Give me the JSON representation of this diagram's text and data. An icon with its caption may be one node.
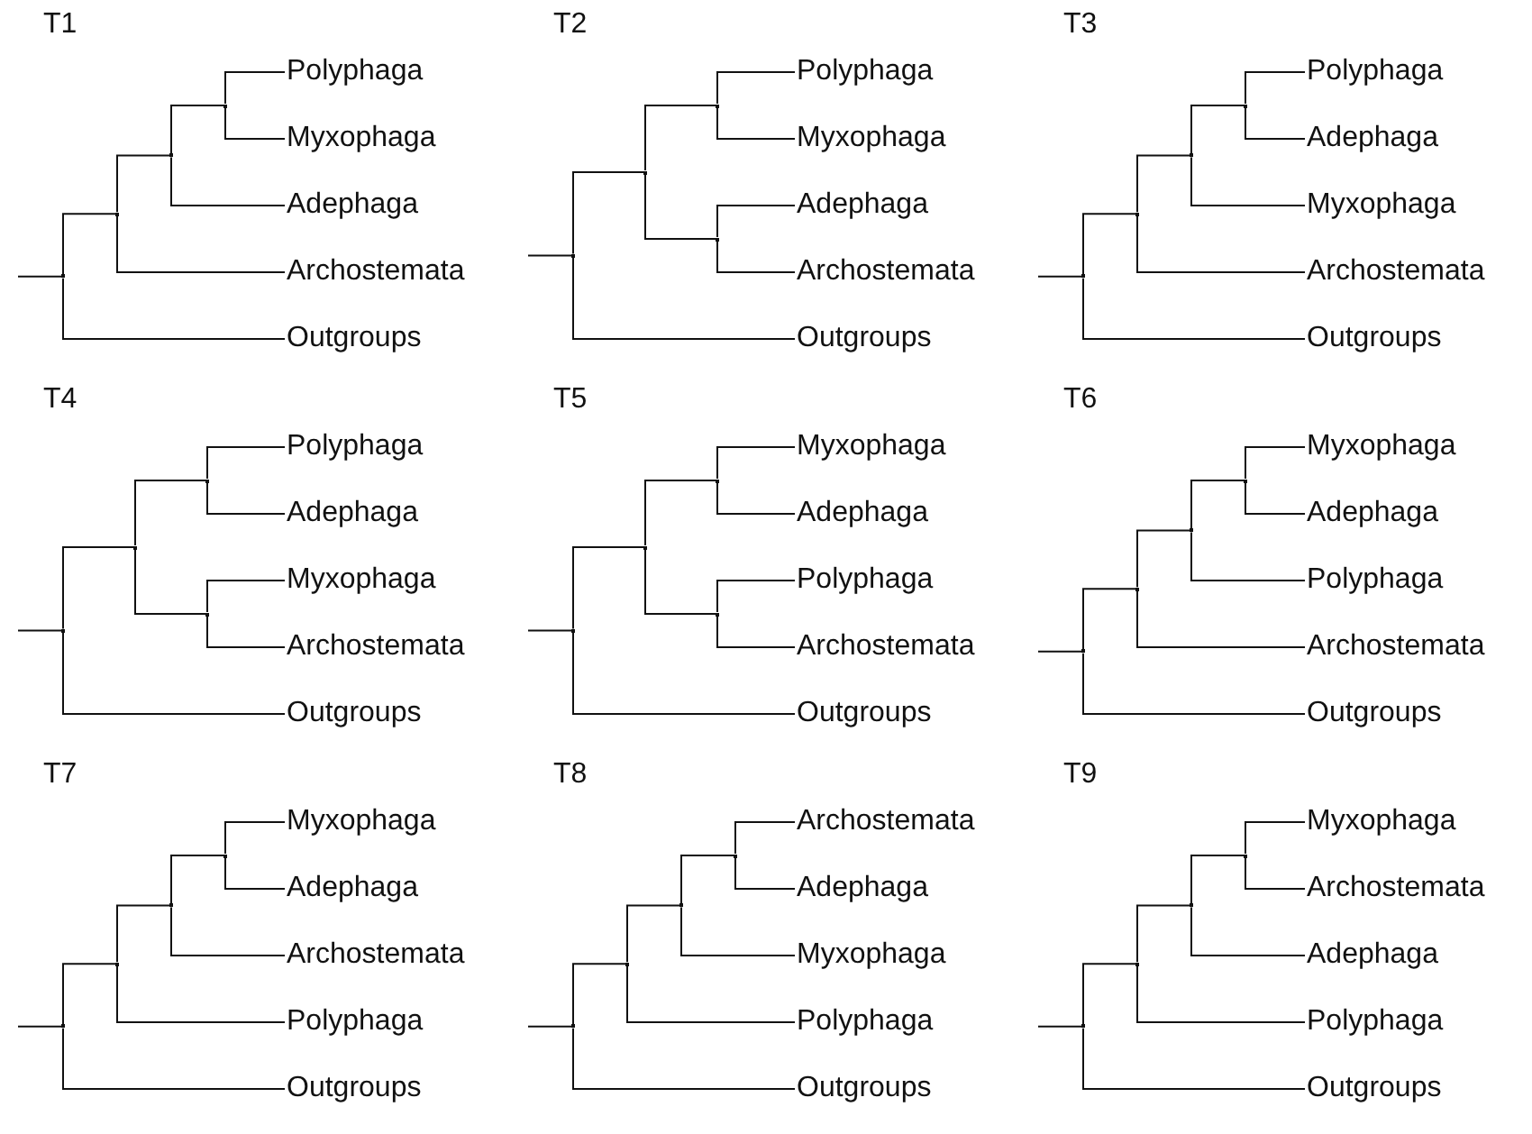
{
  "diagram": {
    "nodes": [
      {
        "text": [],
        "shape": "point"
      },
      {
        "text": [],
        "shape": "point"
      },
      {
        "text": [],
        "shape": "point"
      },
      {
        "text": [],
        "shape": "point"
      },
      {
        "text": [
          "Polyphaga"
        ]
      },
      {
        "text": [
          "Myxophaga"
        ]
      },
      {
        "text": [
          "Adephaga"
        ]
      },
      {
        "text": [
          "Archostemata"
        ]
      },
      {
        "text": [
          "Outgroups"
        ]
      },
      {
        "text": [],
        "shape": "point"
      },
      {
        "text": [],
        "shape": "point"
      },
      {
        "text": [],
        "shape": "point"
      },
      {
        "text": [],
        "shape": "point"
      },
      {
        "text": [
          "Polyphaga"
        ]
      },
      {
        "text": [
          "Myxophaga"
        ]
      },
      {
        "text": [
          "Adephaga"
        ]
      },
      {
        "text": [
          "Archostemata"
        ]
      },
      {
        "text": [
          "Outgroups"
        ]
      },
      {
        "text": [],
        "shape": "point"
      },
      {
        "text": [],
        "shape": "point"
      },
      {
        "text": [],
        "shape": "point"
      },
      {
        "text": [],
        "shape": "point"
      },
      {
        "text": [
          "Polyphaga"
        ]
      },
      {
        "text": [
          "Adephaga"
        ]
      },
      {
        "text": [
          "Myxophaga"
        ]
      },
      {
        "text": [
          "Archostemata"
        ]
      },
      {
        "text": [
          "Outgroups"
        ]
      },
      {
        "text": [],
        "shape": "point"
      },
      {
        "text": [],
        "shape": "point"
      },
      {
        "text": [],
        "shape": "point"
      },
      {
        "text": [],
        "shape": "point"
      },
      {
        "text": [
          "Polyphaga"
        ]
      },
      {
        "text": [
          "Adephaga"
        ]
      },
      {
        "text": [
          "Myxophaga"
        ]
      },
      {
        "text": [
          "Archostemata"
        ]
      },
      {
        "text": [
          "Outgroups"
        ]
      },
      {
        "text": [],
        "shape": "point"
      },
      {
        "text": [],
        "shape": "point"
      },
      {
        "text": [],
        "shape": "point"
      },
      {
        "text": [],
        "shape": "point"
      },
      {
        "text": [
          "Myxophaga"
        ]
      },
      {
        "text": [
          "Adephaga"
        ]
      },
      {
        "text": [
          "Polyphaga"
        ]
      },
      {
        "text": [
          "Archostemata"
        ]
      },
      {
        "text": [
          "Outgroups"
        ]
      },
      {
        "text": [],
        "shape": "point"
      },
      {
        "text": [],
        "shape": "point"
      },
      {
        "text": [],
        "shape": "point"
      },
      {
        "text": [],
        "shape": "point"
      },
      {
        "text": [
          "Myxophaga"
        ]
      },
      {
        "text": [
          "Adephaga"
        ]
      },
      {
        "text": [
          "Polyphaga"
        ]
      },
      {
        "text": [
          "Archostemata"
        ]
      },
      {
        "text": [
          "Outgroups"
        ]
      },
      {
        "text": [],
        "shape": "point"
      },
      {
        "text": [],
        "shape": "point"
      },
      {
        "text": [],
        "shape": "point"
      },
      {
        "text": [],
        "shape": "point"
      },
      {
        "text": [
          "Myxophaga"
        ]
      },
      {
        "text": [
          "Adephaga"
        ]
      },
      {
        "text": [
          "Archostemata"
        ]
      },
      {
        "text": [
          "Polyphaga"
        ]
      },
      {
        "text": [
          "Outgroups"
        ]
      },
      {
        "text": [],
        "shape": "point"
      },
      {
        "text": [],
        "shape": "point"
      },
      {
        "text": [],
        "shape": "point"
      },
      {
        "text": [],
        "shape": "point"
      },
      {
        "text": [
          "Archostemata"
        ]
      },
      {
        "text": [
          "Adephaga"
        ]
      },
      {
        "text": [
          "Myxophaga"
        ]
      },
      {
        "text": [
          "Polyphaga"
        ]
      },
      {
        "text": [
          "Outgroups"
        ]
      },
      {
        "text": [],
        "shape": "point"
      },
      {
        "text": [],
        "shape": "point"
      },
      {
        "text": [],
        "shape": "point"
      },
      {
        "text": [],
        "shape": "point"
      },
      {
        "text": [
          "Myxophaga"
        ]
      },
      {
        "text": [
          "Archostemata"
        ]
      },
      {
        "text": [
          "Adephaga"
        ]
      },
      {
        "text": [
          "Polyphaga"
        ]
      },
      {
        "text": [
          "Outgroups"
        ]
      }
    ],
    "edges": [
      {
        "from": null,
        "to": 0,
        "arrow": "none"
      },
      {
        "from": 0,
        "to": 1,
        "arrow": "none"
      },
      {
        "from": 0,
        "to": 8,
        "arrow": "none"
      },
      {
        "from": 1,
        "to": 2,
        "arrow": "none"
      },
      {
        "from": 1,
        "to": 7,
        "arrow": "none"
      },
      {
        "from": 2,
        "to": 3,
        "arrow": "none"
      },
      {
        "from": 2,
        "to": 6,
        "arrow": "none"
      },
      {
        "from": 3,
        "to": 4,
        "arrow": "none"
      },
      {
        "from": 3,
        "to": 5,
        "arrow": "none"
      },
      {
        "from": null,
        "to": 9,
        "arrow": "none"
      },
      {
        "from": 9,
        "to": 10,
        "arrow": "none"
      },
      {
        "from": 9,
        "to": 17,
        "arrow": "none"
      },
      {
        "from": 10,
        "to": 11,
        "arrow": "none"
      },
      {
        "from": 10,
        "to": 12,
        "arrow": "none"
      },
      {
        "from": 11,
        "to": 13,
        "arrow": "none"
      },
      {
        "from": 11,
        "to": 14,
        "arrow": "none"
      },
      {
        "from": 12,
        "to": 15,
        "arrow": "none"
      },
      {
        "from": 12,
        "to": 16,
        "arrow": "none"
      },
      {
        "from": null,
        "to": 18,
        "arrow": "none"
      },
      {
        "from": 18,
        "to": 19,
        "arrow": "none"
      },
      {
        "from": 18,
        "to": 26,
        "arrow": "none"
      },
      {
        "from": 19,
        "to": 20,
        "arrow": "none"
      },
      {
        "from": 19,
        "to": 25,
        "arrow": "none"
      },
      {
        "from": 20,
        "to": 21,
        "arrow": "none"
      },
      {
        "from": 20,
        "to": 24,
        "arrow": "none"
      },
      {
        "from": 21,
        "to": 22,
        "arrow": "none"
      },
      {
        "from": 21,
        "to": 23,
        "arrow": "none"
      },
      {
        "from": null,
        "to": 27,
        "arrow": "none"
      },
      {
        "from": 27,
        "to": 28,
        "arrow": "none"
      },
      {
        "from": 27,
        "to": 35,
        "arrow": "none"
      },
      {
        "from": 28,
        "to": 29,
        "arrow": "none"
      },
      {
        "from": 28,
        "to": 30,
        "arrow": "none"
      },
      {
        "from": 29,
        "to": 31,
        "arrow": "none"
      },
      {
        "from": 29,
        "to": 32,
        "arrow": "none"
      },
      {
        "from": 30,
        "to": 33,
        "arrow": "none"
      },
      {
        "from": 30,
        "to": 34,
        "arrow": "none"
      },
      {
        "from": null,
        "to": 36,
        "arrow": "none"
      },
      {
        "from": 36,
        "to": 37,
        "arrow": "none"
      },
      {
        "from": 36,
        "to": 44,
        "arrow": "none"
      },
      {
        "from": 37,
        "to": 38,
        "arrow": "none"
      },
      {
        "from": 37,
        "to": 39,
        "arrow": "none"
      },
      {
        "from": 38,
        "to": 40,
        "arrow": "none"
      },
      {
        "from": 38,
        "to": 41,
        "arrow": "none"
      },
      {
        "from": 39,
        "to": 42,
        "arrow": "none"
      },
      {
        "from": 39,
        "to": 43,
        "arrow": "none"
      },
      {
        "from": null,
        "to": 45,
        "arrow": "none"
      },
      {
        "from": 45,
        "to": 46,
        "arrow": "none"
      },
      {
        "from": 45,
        "to": 53,
        "arrow": "none"
      },
      {
        "from": 46,
        "to": 47,
        "arrow": "none"
      },
      {
        "from": 46,
        "to": 52,
        "arrow": "none"
      },
      {
        "from": 47,
        "to": 48,
        "arrow": "none"
      },
      {
        "from": 47,
        "to": 51,
        "arrow": "none"
      },
      {
        "from": 48,
        "to": 49,
        "arrow": "none"
      },
      {
        "from": 48,
        "to": 50,
        "arrow": "none"
      },
      {
        "from": null,
        "to": 54,
        "arrow": "none"
      },
      {
        "from": 54,
        "to": 55,
        "arrow": "none"
      },
      {
        "from": 54,
        "to": 62,
        "arrow": "none"
      },
      {
        "from": 55,
        "to": 56,
        "arrow": "none"
      },
      {
        "from": 55,
        "to": 61,
        "arrow": "none"
      },
      {
        "from": 56,
        "to": 57,
        "arrow": "none"
      },
      {
        "from": 56,
        "to": 60,
        "arrow": "none"
      },
      {
        "from": 57,
        "to": 58,
        "arrow": "none"
      },
      {
        "from": 57,
        "to": 59,
        "arrow": "none"
      },
      {
        "from": null,
        "to": 63,
        "arrow": "none"
      },
      {
        "from": 63,
        "to": 64,
        "arrow": "none"
      },
      {
        "from": 63,
        "to": 71,
        "arrow": "none"
      },
      {
        "from": 64,
        "to": 65,
        "arrow": "none"
      },
      {
        "from": 64,
        "to": 70,
        "arrow": "none"
      },
      {
        "from": 65,
        "to": 66,
        "arrow": "none"
      },
      {
        "from": 65,
        "to": 69,
        "arrow": "none"
      },
      {
        "from": 66,
        "to": 67,
        "arrow": "none"
      },
      {
        "from": 66,
        "to": 68,
        "arrow": "none"
      },
      {
        "from": null,
        "to": 72,
        "arrow": "none"
      },
      {
        "from": 72,
        "to": 73,
        "arrow": "none"
      },
      {
        "from": 72,
        "to": 80,
        "arrow": "none"
      },
      {
        "from": 73,
        "to": 74,
        "arrow": "none"
      },
      {
        "from": 73,
        "to": 79,
        "arrow": "none"
      },
      {
        "from": 74,
        "to": 75,
        "arrow": "none"
      },
      {
        "from": 74,
        "to": 78,
        "arrow": "none"
      },
      {
        "from": 75,
        "to": 76,
        "arrow": "none"
      },
      {
        "from": 75,
        "to": 77,
        "arrow": "none"
      }
    ],
    "labels": [
      "T1",
      "T2",
      "T3",
      "T4",
      "T5",
      "T6",
      "T7",
      "T8",
      "T9"
    ]
  }
}
